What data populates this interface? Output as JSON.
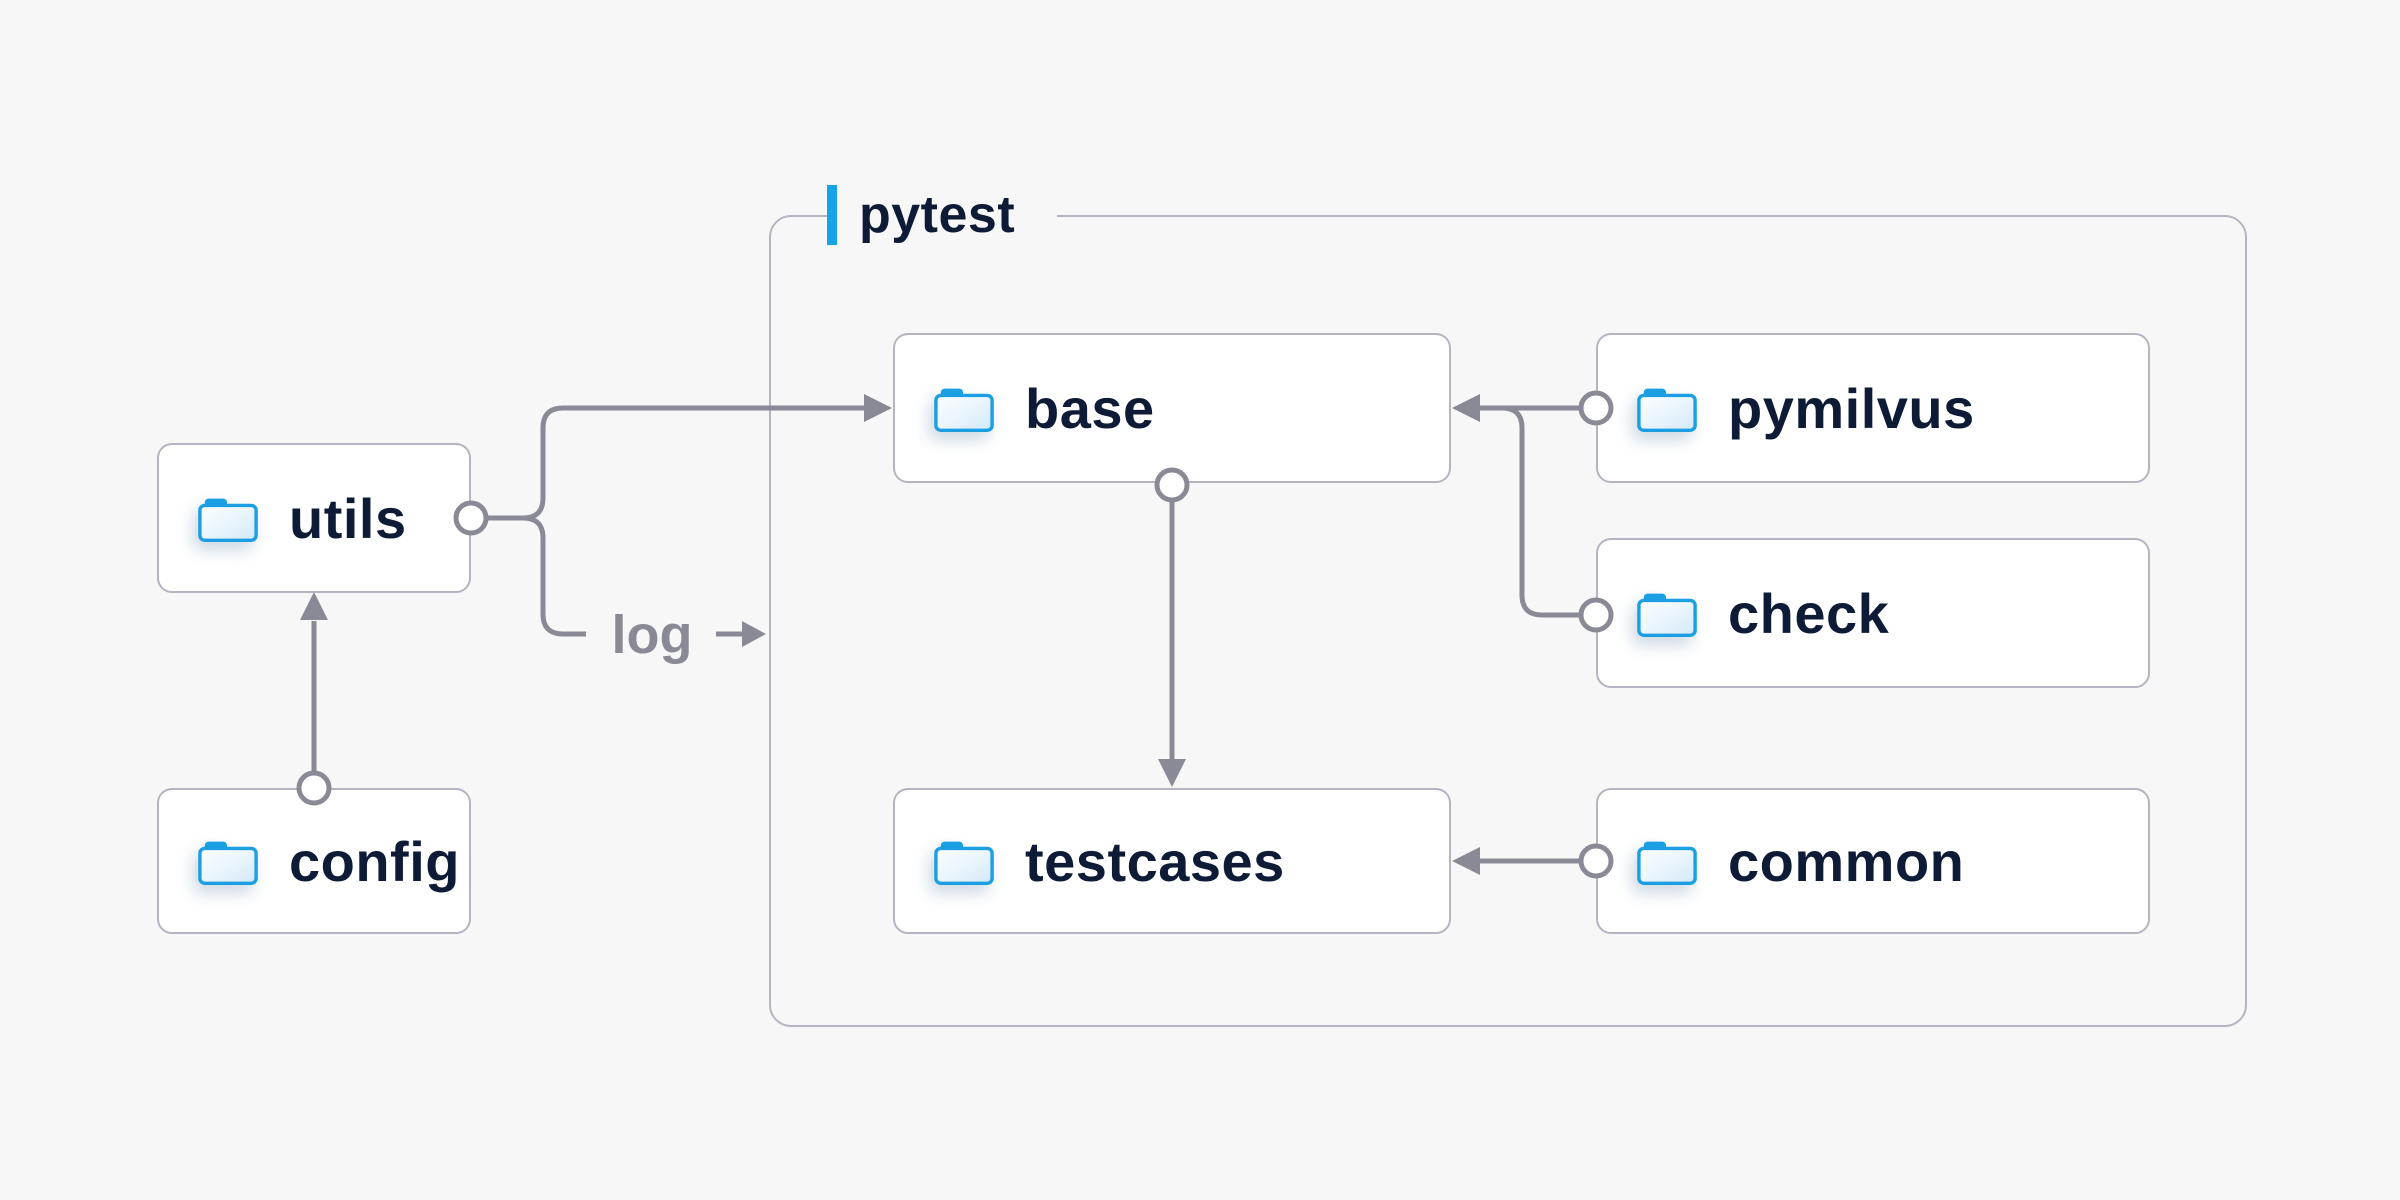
{
  "diagram": {
    "title_container": {
      "label": "pytest"
    },
    "nodes": {
      "utils": {
        "label": "utils",
        "icon": "folder-icon"
      },
      "config": {
        "label": "config",
        "icon": "folder-icon"
      },
      "base": {
        "label": "base",
        "icon": "folder-icon"
      },
      "pymilvus": {
        "label": "pymilvus",
        "icon": "folder-icon"
      },
      "check": {
        "label": "check",
        "icon": "folder-icon"
      },
      "testcases": {
        "label": "testcases",
        "icon": "folder-icon"
      },
      "common": {
        "label": "common",
        "icon": "folder-icon"
      }
    },
    "edge_labels": {
      "log": "log"
    },
    "edges": [
      {
        "from": "config",
        "to": "utils"
      },
      {
        "from": "utils",
        "to": "base"
      },
      {
        "from": "utils",
        "to": "pytest",
        "label": "log"
      },
      {
        "from": "pymilvus",
        "to": "base"
      },
      {
        "from": "check",
        "to": "base"
      },
      {
        "from": "base",
        "to": "testcases"
      },
      {
        "from": "common",
        "to": "testcases"
      }
    ],
    "colors": {
      "accent": "#16a3e8",
      "folder_blue": "#1b9fe2",
      "line": "#8a8a96",
      "node_border": "#b4b4c2",
      "container_border": "#b4b4c2",
      "text": "#0d1b36",
      "muted_text": "#8a8a96",
      "background": "#f7f7f8",
      "node_background": "#ffffff"
    }
  }
}
